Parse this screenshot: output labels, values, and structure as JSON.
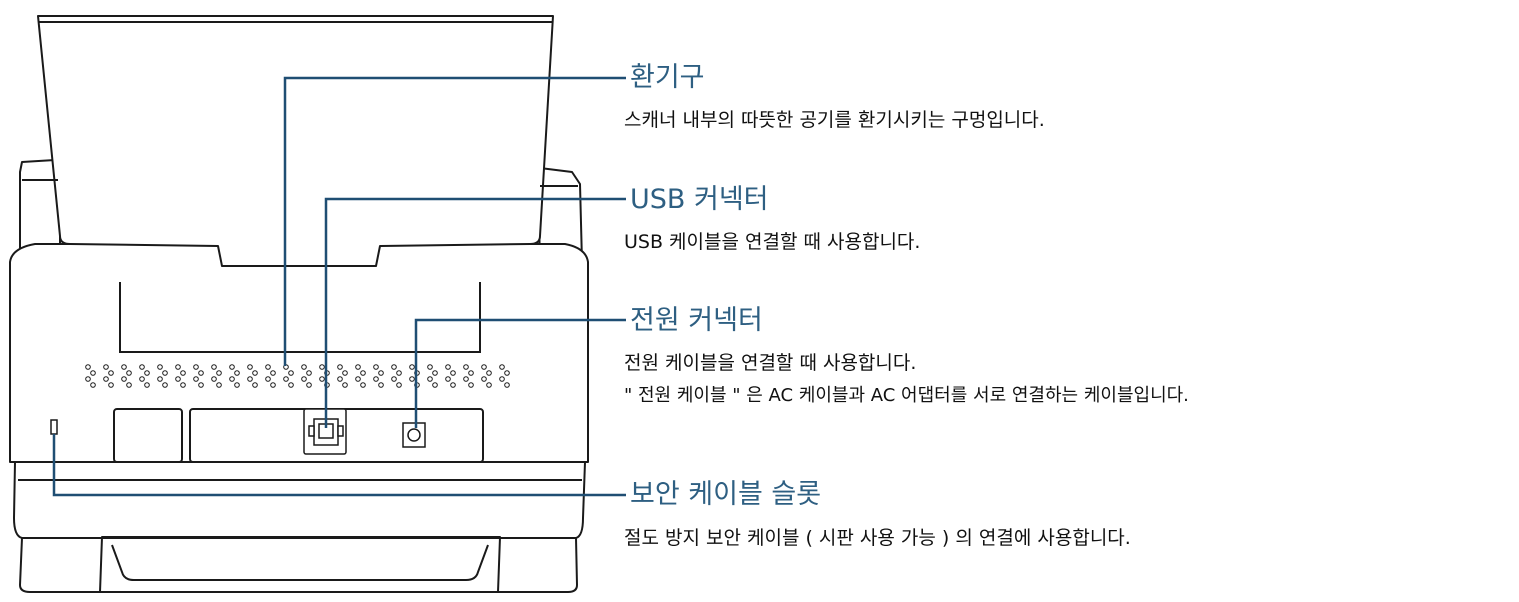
{
  "colors": {
    "callout_line": "#1f4e73",
    "title_text": "#2e5f82",
    "body_text": "#111111",
    "outline": "#1a1a1a"
  },
  "callouts": [
    {
      "title": "환기구",
      "desc": [
        "스캐너 내부의 따뜻한 공기를 환기시키는 구멍입니다."
      ]
    },
    {
      "title": "USB 커넥터",
      "desc": [
        "USB 케이블을 연결할 때 사용합니다."
      ]
    },
    {
      "title": "전원 커넥터",
      "desc": [
        "전원 케이블을 연결할 때 사용합니다.",
        "\" 전원 케이블 \" 은 AC 케이블과 AC 어댑터를 서로 연결하는 케이블입니다."
      ]
    },
    {
      "title": "보안 케이블 슬롯",
      "desc": [
        "절도 방지 보안 케이블 ( 시판 사용 가능 ) 의 연결에 사용합니다."
      ]
    }
  ]
}
